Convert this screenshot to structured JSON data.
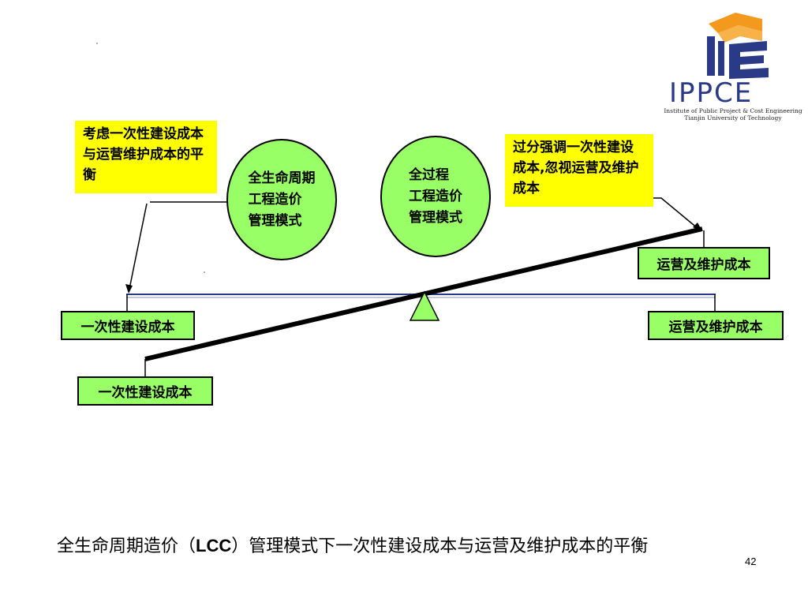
{
  "logo": {
    "name": "IPPCE",
    "subtitle_line1": "Institute of Public Project & Cost Engineering",
    "subtitle_line2": "Tianjin University of Technology",
    "colors": {
      "orange": "#f39a1e",
      "blue": "#2b3a87"
    }
  },
  "notes": {
    "left": "考虑一次性建设成本与运营维护成本的平衡",
    "right": "过分强调一次性建设成本,忽视运营及维护成本"
  },
  "circles": {
    "lcc": "全生命周期\n工程造价\n管理模式",
    "whole_process": "全过程\n工程造价\n管理模式"
  },
  "boxes": {
    "balanced_left": "一次性建设成本",
    "balanced_right": "运营及维护成本",
    "tilted_left": "一次性建设成本",
    "tilted_right": "运营及维护成本"
  },
  "caption": {
    "part1": "全生命周期造价（",
    "bold": "LCC",
    "part2": "）管理模式下一次性建设成本与运营及维护成本的平衡"
  },
  "page_number": "42",
  "colors": {
    "note_fill": "#ffff00",
    "green_fill": "#99ff66",
    "balanced_beam": "#2b3a87"
  }
}
